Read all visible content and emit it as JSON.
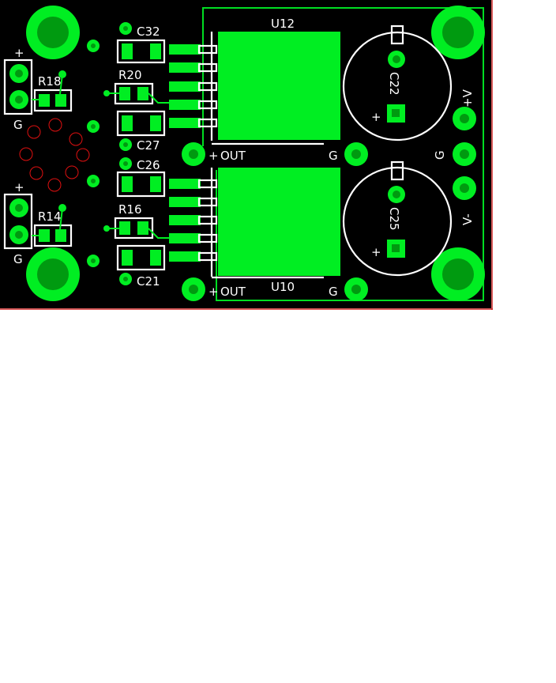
{
  "colors": {
    "board": "#000000",
    "copper": "#00ee22",
    "drill": "#009a10",
    "silkscreen": "#ffffff",
    "outline": "#00dd22",
    "ring": "#e01010",
    "edge": "#cc2222"
  },
  "chips": {
    "top": "U12",
    "bottom": "U10"
  },
  "caps": {
    "top": "C22",
    "bottom": "C25"
  },
  "smd": {
    "c32": "C32",
    "r20": "R20",
    "c27": "C27",
    "c26": "C26",
    "r16": "R16",
    "c21": "C21",
    "r18": "R18",
    "r14": "R14"
  },
  "labels": {
    "plus": "+",
    "ground": "G",
    "out": "OUT",
    "vplus": "+V",
    "vminus": "V-"
  }
}
